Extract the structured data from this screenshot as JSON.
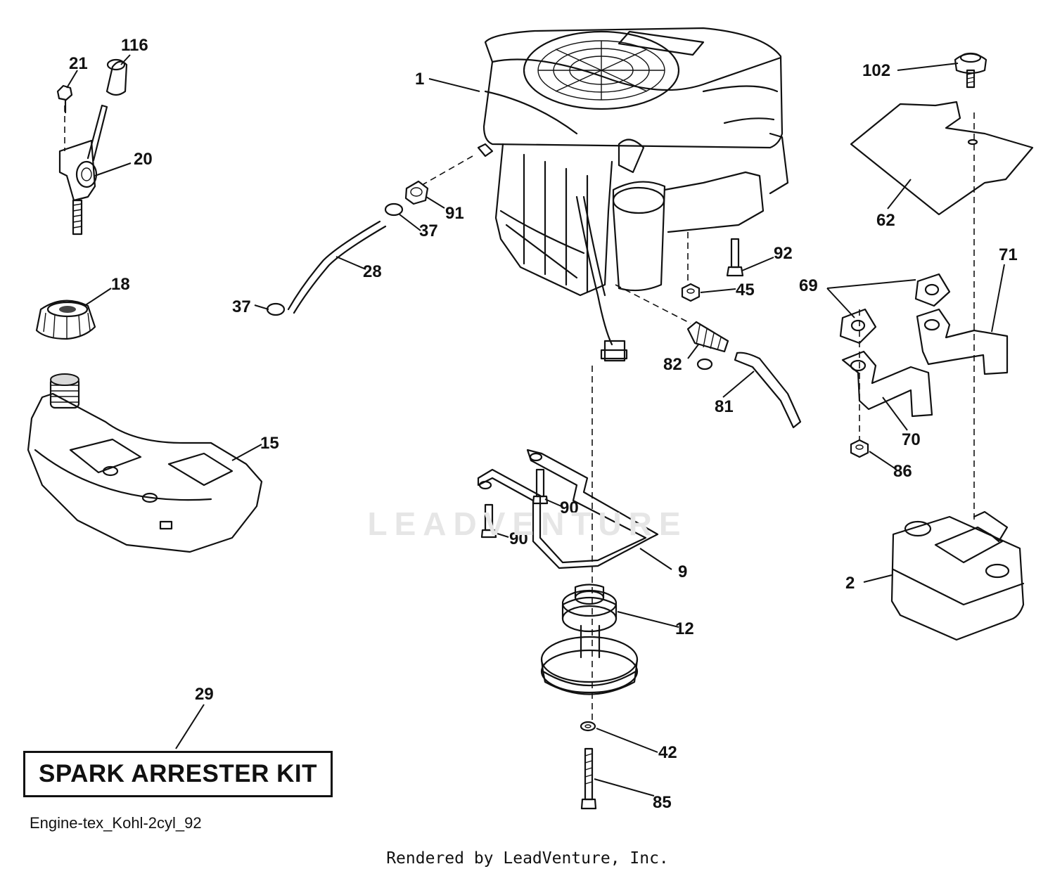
{
  "labels": [
    {
      "id": "1",
      "text": "1"
    },
    {
      "id": "2",
      "text": "2"
    },
    {
      "id": "9",
      "text": "9"
    },
    {
      "id": "12",
      "text": "12"
    },
    {
      "id": "15",
      "text": "15"
    },
    {
      "id": "18",
      "text": "18"
    },
    {
      "id": "20",
      "text": "20"
    },
    {
      "id": "21",
      "text": "21"
    },
    {
      "id": "28",
      "text": "28"
    },
    {
      "id": "29",
      "text": "29"
    },
    {
      "id": "37a",
      "text": "37"
    },
    {
      "id": "37b",
      "text": "37"
    },
    {
      "id": "42",
      "text": "42"
    },
    {
      "id": "45",
      "text": "45"
    },
    {
      "id": "62",
      "text": "62"
    },
    {
      "id": "69",
      "text": "69"
    },
    {
      "id": "70",
      "text": "70"
    },
    {
      "id": "71",
      "text": "71"
    },
    {
      "id": "81",
      "text": "81"
    },
    {
      "id": "82",
      "text": "82"
    },
    {
      "id": "85",
      "text": "85"
    },
    {
      "id": "86",
      "text": "86"
    },
    {
      "id": "90a",
      "text": "90"
    },
    {
      "id": "90b",
      "text": "90"
    },
    {
      "id": "91",
      "text": "91"
    },
    {
      "id": "92",
      "text": "92"
    },
    {
      "id": "102",
      "text": "102"
    },
    {
      "id": "116",
      "text": "116"
    }
  ],
  "kit_label": "SPARK ARRESTER KIT",
  "diagram_id": "Engine-tex_Kohl-2cyl_92",
  "watermark": "LEADVENTURE",
  "footer": "Rendered by LeadVenture, Inc.",
  "colors": {
    "line": "#111111",
    "watermark": "#e6e6e6",
    "background": "#ffffff"
  }
}
